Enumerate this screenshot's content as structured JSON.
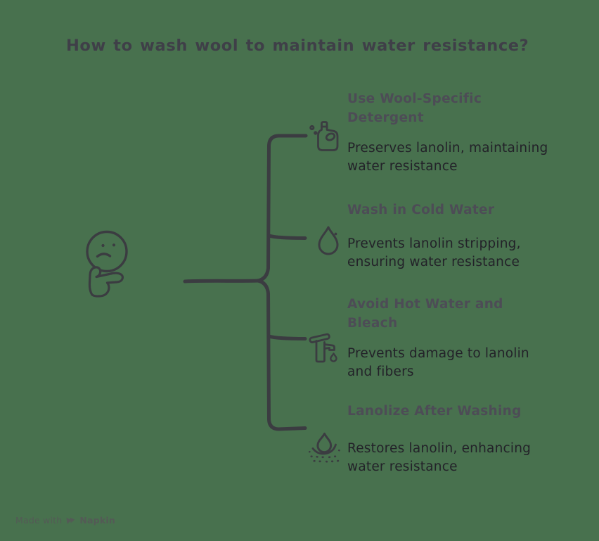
{
  "title": "How to wash wool to maintain water resistance?",
  "root": {
    "icon": "thinking-face-icon"
  },
  "branches": [
    {
      "name": "use-wool-specific-detergent",
      "icon": "detergent-bottle-icon",
      "heading": "Use Wool-Specific\nDetergent",
      "description": "Preserves lanolin, maintaining\nwater resistance"
    },
    {
      "name": "wash-in-cold-water",
      "icon": "water-drop-icon",
      "heading": "Wash in Cold Water",
      "description": "Prevents lanolin stripping,\nensuring water resistance"
    },
    {
      "name": "avoid-hot-water-and-bleach",
      "icon": "faucet-icon",
      "heading": "Avoid Hot Water and\nBleach",
      "description": "Prevents damage to lanolin\nand fibers"
    },
    {
      "name": "lanolize-after-washing",
      "icon": "lanolin-drop-icon",
      "heading": "Lanolize After Washing",
      "description": "Restores lanolin, enhancing\nwater resistance"
    }
  ],
  "watermark": {
    "prefix": "Made with",
    "brand": "Napkin"
  },
  "colors": {
    "background": "#48714E",
    "ink": "#3B3C41",
    "title": "#3F3F48",
    "heading": "#4D4C56",
    "body": "#232229",
    "watermark": "#545A56"
  }
}
